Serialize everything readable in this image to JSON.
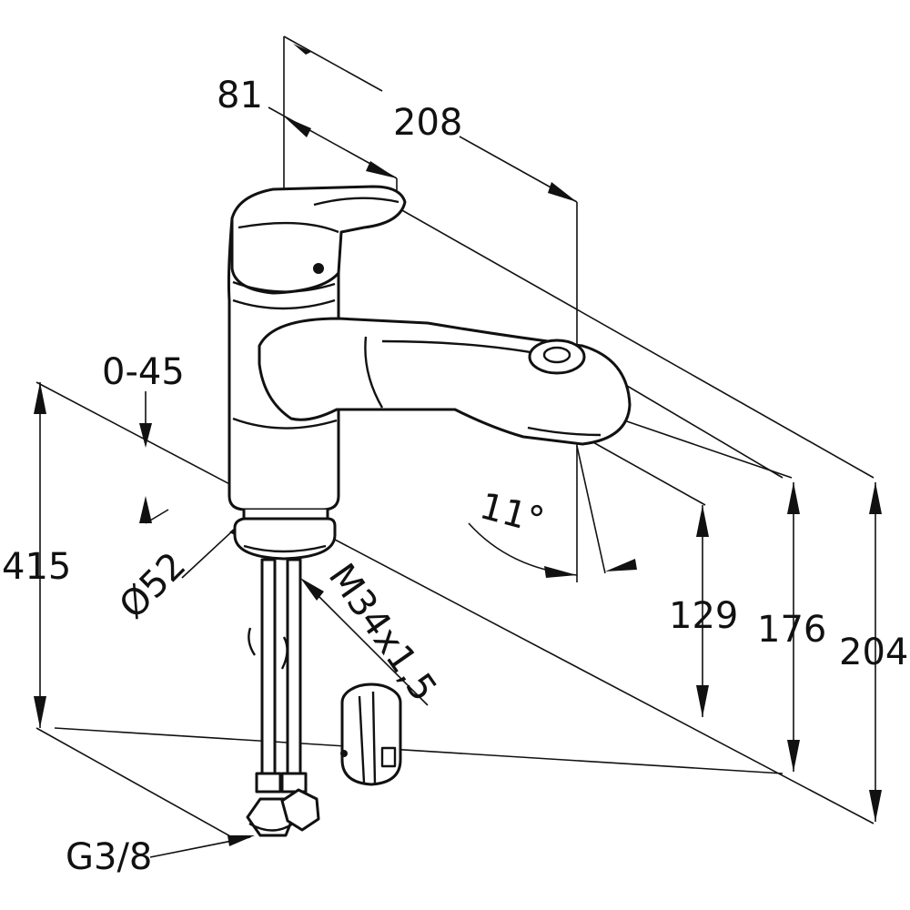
{
  "dimensions": {
    "d81": "81",
    "d208": "208",
    "d0_45": "0-45",
    "d415": "415",
    "d52": "Ø52",
    "thread": "M34x1,5",
    "d11": "11°",
    "d129": "129",
    "d176": "176",
    "d204": "204",
    "g38": "G3/8"
  }
}
